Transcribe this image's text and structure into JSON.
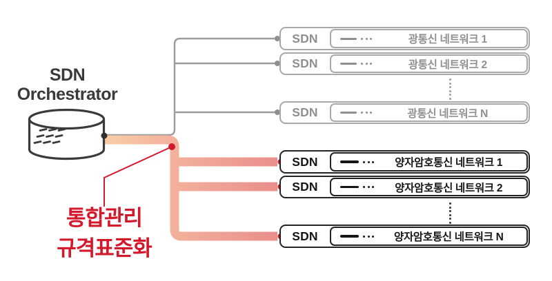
{
  "orchestrator": {
    "title_line1": "SDN",
    "title_line2": "Orchestrator"
  },
  "annotation": {
    "line1": "통합관리",
    "line2": "규격표준화"
  },
  "optical_group": {
    "rows": [
      {
        "sdn": "SDN",
        "label": "광통신 네트워크 1"
      },
      {
        "sdn": "SDN",
        "label": "광통신 네트워크 2"
      },
      {
        "sdn": "SDN",
        "label": "광통신 네트워크 N"
      }
    ]
  },
  "quantum_group": {
    "rows": [
      {
        "sdn": "SDN",
        "label": "양자암호통신 네트워크 1"
      },
      {
        "sdn": "SDN",
        "label": "양자암호통신 네트워크 2"
      },
      {
        "sdn": "SDN",
        "label": "양자암호통신 네트워크 N"
      }
    ]
  },
  "colors": {
    "accent_red": "#d4182c",
    "line_gray": "#9b9b9b",
    "box_gray": "#a8a8a8",
    "text_gray": "#8f8f8f",
    "box_black": "#222222",
    "flow_gradient_start": "#f8cea7",
    "flow_gradient_mid": "#f3b29c",
    "flow_gradient_end": "#ea8e8c",
    "dark_text": "#3a3a3a"
  }
}
